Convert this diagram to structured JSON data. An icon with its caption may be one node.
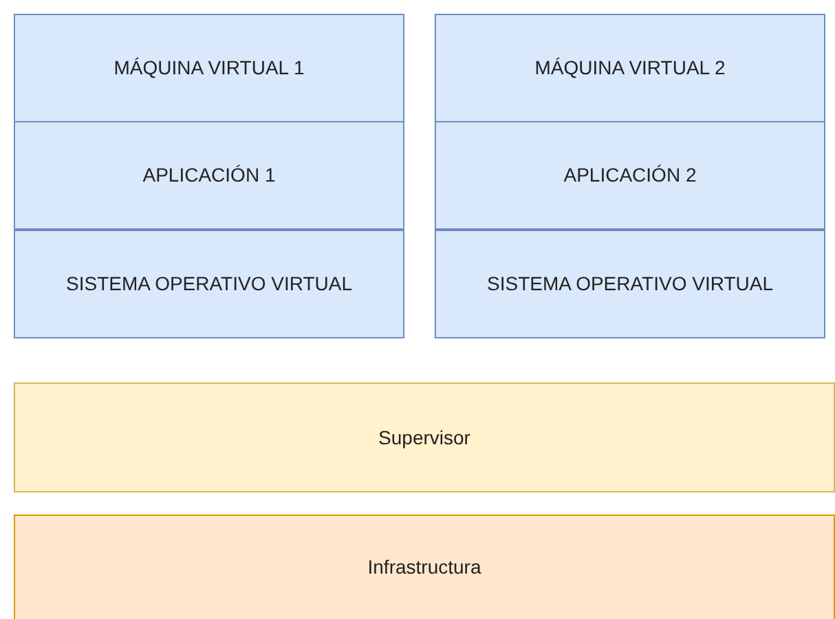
{
  "diagram": {
    "nodes": [
      {
        "text": [
          "MÁQUINA VIRTUAL 1"
        ]
      },
      {
        "text": [
          "APLICACIÓN 1"
        ]
      },
      {
        "text": [
          "SISTEMA OPERATIVO VIRTUAL"
        ]
      },
      {
        "text": [
          "MÁQUINA VIRTUAL 2"
        ]
      },
      {
        "text": [
          "APLICACIÓN 2"
        ]
      },
      {
        "text": [
          "SISTEMA OPERATIVO VIRTUAL"
        ]
      },
      {
        "text": [
          "Supervisor"
        ]
      },
      {
        "text": [
          "Infrastructura"
        ]
      }
    ]
  }
}
